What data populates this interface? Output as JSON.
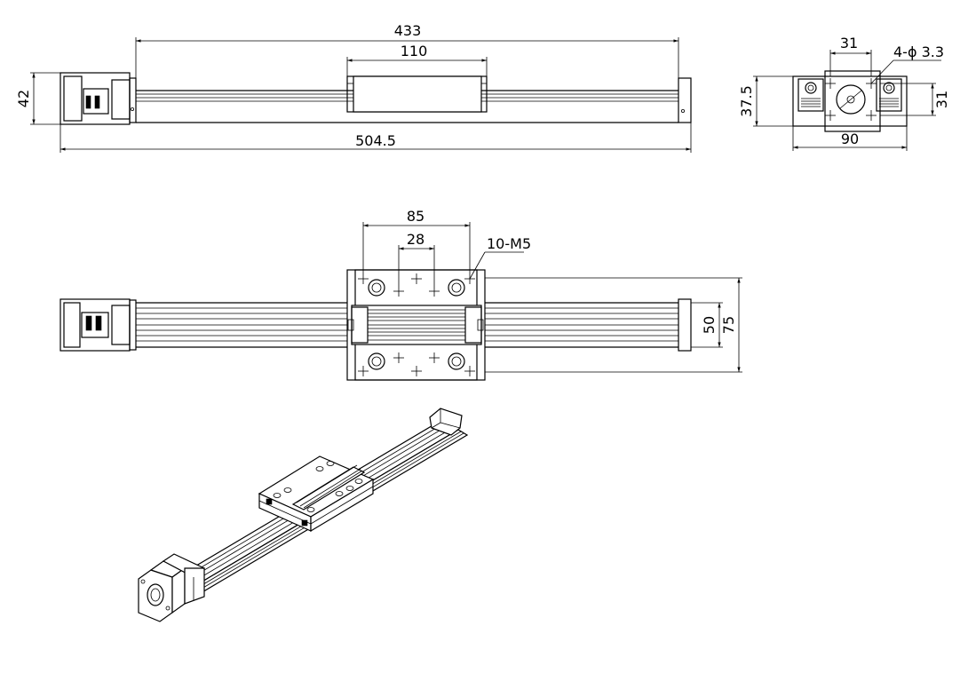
{
  "dimensions": {
    "front_travel": "433",
    "front_carriage": "110",
    "front_height": "42",
    "front_overall": "504.5",
    "side_hole_spacing_top": "31",
    "side_holes": "4-ϕ 3.3",
    "side_height": "37.5",
    "side_hole_spacing_right": "31",
    "side_width": "90",
    "top_hole_spacing_outer": "85",
    "top_hole_spacing_inner": "28",
    "top_threads": "10-M5",
    "top_inner_width": "50",
    "top_outer_width": "75"
  }
}
